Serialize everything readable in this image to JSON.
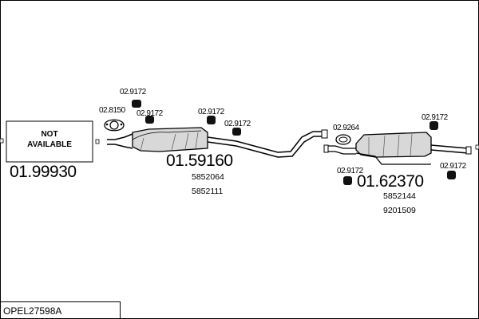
{
  "unavailable": {
    "line1": "NOT",
    "line2": "AVAILABLE"
  },
  "front_section": {
    "part_number": "01.99930"
  },
  "middle_section": {
    "part_number": "01.59160",
    "oe_numbers": [
      "5852064",
      "5852111"
    ]
  },
  "rear_section": {
    "part_number": "01.62370",
    "oe_numbers": [
      "5852144",
      "9201509"
    ]
  },
  "fittings": {
    "gasket_front": "02.8150",
    "clamp_a": "02.9172",
    "clamp_b": "02.9172",
    "clamp_c": "02.9172",
    "clamp_d": "02.9172",
    "connector": "02.9264",
    "clamp_e": "02.9172",
    "clamp_f": "02.9172",
    "clamp_g": "02.9172"
  },
  "model_code": "OPEL27598A"
}
